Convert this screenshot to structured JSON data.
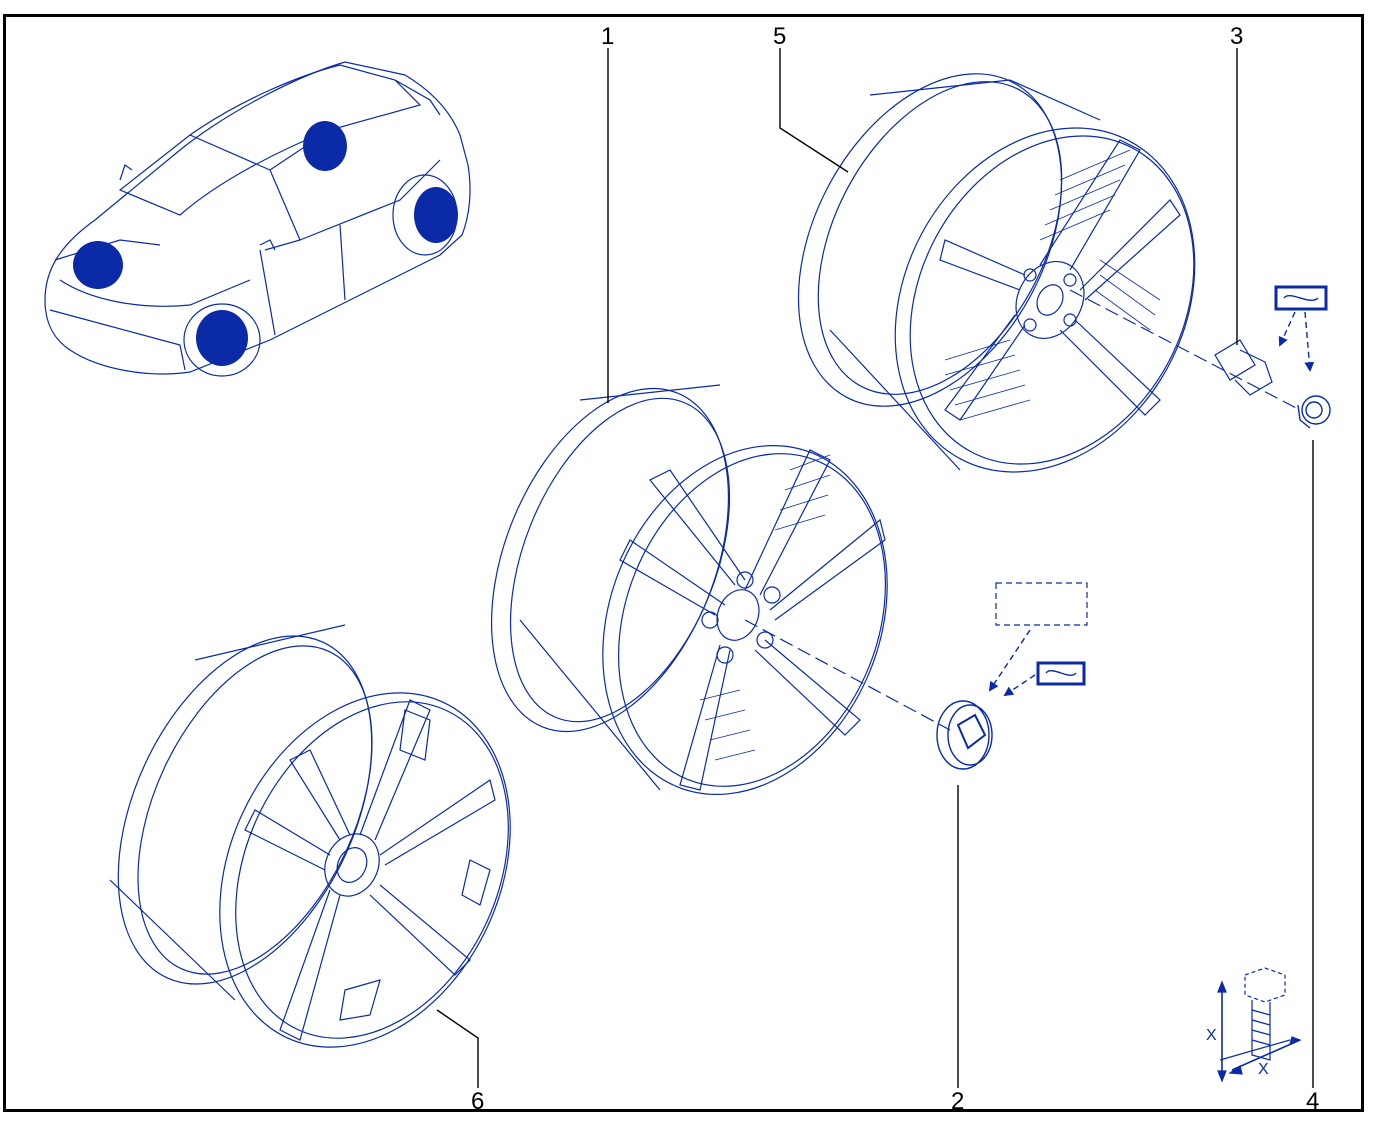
{
  "colors": {
    "ink": "#0a2aa8",
    "fill": "#0a2aa8",
    "leader": "#000000",
    "frame": "#000000"
  },
  "callouts": [
    {
      "id": "c1",
      "text": "1"
    },
    {
      "id": "c2",
      "text": "2"
    },
    {
      "id": "c3",
      "text": "3"
    },
    {
      "id": "c4",
      "text": "4"
    },
    {
      "id": "c5",
      "text": "5"
    },
    {
      "id": "c6",
      "text": "6"
    }
  ],
  "torque": {
    "label_x_vertical": "X",
    "label_x_horizontal": "X"
  },
  "icons": [
    "car-icon",
    "wheel-icon",
    "bolt-icon",
    "center-cap-icon",
    "lock-nut-icon",
    "torque-bolt-icon",
    "label-tag-icon"
  ]
}
